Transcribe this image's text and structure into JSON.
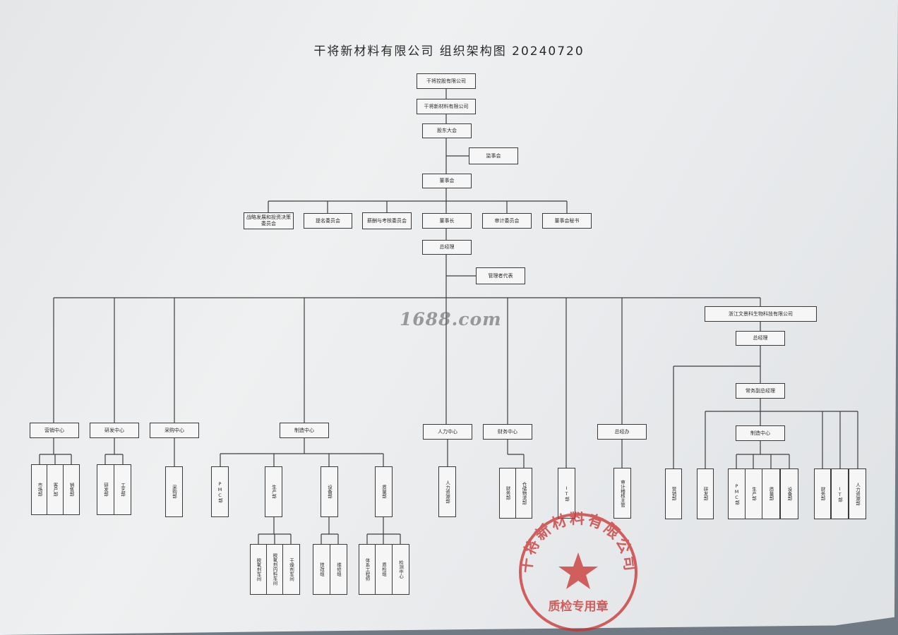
{
  "title": "干将新材料有限公司 组织架构图 20240720",
  "watermark": "1688.com",
  "seal": {
    "ring_text": "干将新材料有限公司",
    "center_text": "质检专用章",
    "color": "#c8302e"
  },
  "boxes": {
    "holding": "干将控股有限公司",
    "company": "干将新材料有限公司",
    "shareholders": "股东大会",
    "supervisors": "监事会",
    "board": "董事会",
    "strategy_committee": "战略发展和投资决策委员会",
    "nomination_committee": "提名委员会",
    "salary_committee": "薪酬与考核委员会",
    "chairman": "董事长",
    "audit_committee": "审计委员会",
    "board_secretary": "董事会秘书",
    "general_manager": "总经理",
    "mgmt_rep": "管理者代表",
    "marketing_center": "营销中心",
    "rd_center": "研发中心",
    "purchase_center": "采购中心",
    "manufacturing_center": "制造中心",
    "hr_center": "人力中心",
    "finance_center": "财务中心",
    "gm_office": "总经办",
    "zhejiang_sub": "浙江文景科生物科技有限公司",
    "sub_gm": "总经理",
    "sub_exec_vgm": "常务副总经理",
    "sub_mfg_center": "制造中心",
    "market_dept": "市场部",
    "customer_dept": "客户部",
    "sales_dept": "销售部",
    "rd_dept": "研发部",
    "process_dept": "工艺部",
    "purchase_dept": "采购部",
    "pmc_dept": "PMC部",
    "production_dept": "生产部",
    "equipment_dept": "设备部",
    "quality_dept": "质量部",
    "hr_dept": "人力资源部",
    "finance_dept": "财务部",
    "warehouse_dept": "仓储物流部",
    "it_dept": "IT部",
    "audit_supervisor": "审计稽核主管",
    "shop_1": "脱氧剂车间",
    "shop_2": "脱氧剂内料车间",
    "shop_3": "干燥剂车间",
    "tech_group": "技改组",
    "maint_group": "维修组",
    "system_engineer": "体系工程师",
    "inspection_group": "质检组",
    "testing_center": "检测中心",
    "sub_sales": "营销部",
    "sub_rd": "研发部",
    "sub_pmc": "PMC部",
    "sub_production": "生产部",
    "sub_quality": "质量部",
    "sub_equipment": "设备部",
    "sub_finance": "财务部",
    "sub_it": "IT部",
    "sub_hr": "人力资源部"
  }
}
